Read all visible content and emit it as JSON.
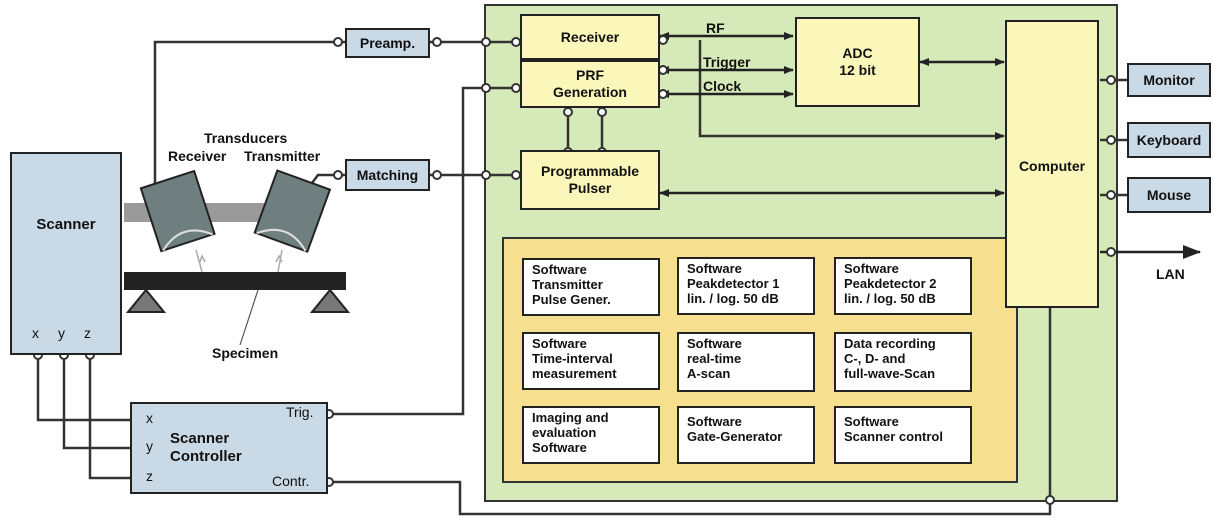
{
  "scanner": {
    "label": "Scanner",
    "axes": [
      "x",
      "y",
      "z"
    ]
  },
  "controller": {
    "label": "Scanner\nController",
    "inputs": [
      "x",
      "y",
      "z"
    ],
    "trig": "Trig.",
    "contr": "Contr."
  },
  "preamp": "Preamp.",
  "matching": "Matching",
  "transducers": {
    "title": "Transducers",
    "receiver": "Receiver",
    "transmitter": "Transmitter"
  },
  "specimen": "Specimen",
  "receiver": "Receiver",
  "prf": "PRF\nGeneration",
  "pulser": "Programmable\nPulser",
  "adc": "ADC\n12 bit",
  "computer": "Computer",
  "signals": {
    "rf": "RF",
    "trigger": "Trigger",
    "clock": "Clock"
  },
  "peripherals": {
    "monitor": "Monitor",
    "keyboard": "Keyboard",
    "mouse": "Mouse",
    "lan": "LAN"
  },
  "software": [
    "Software\nTransmitter\nPulse Gener.",
    "Software\nPeakdetector 1\nlin. / log. 50 dB",
    "Software\nPeakdetector 2\nlin. / log. 50 dB",
    "Software\nTime-interval\nmeasurement",
    "Software\nreal-time\nA-scan",
    "Data recording\nC-, D- and\nfull-wave-Scan",
    "Imaging and\nevaluation\nSoftware",
    "Software\nGate-Generator",
    "Software\nScanner control"
  ]
}
